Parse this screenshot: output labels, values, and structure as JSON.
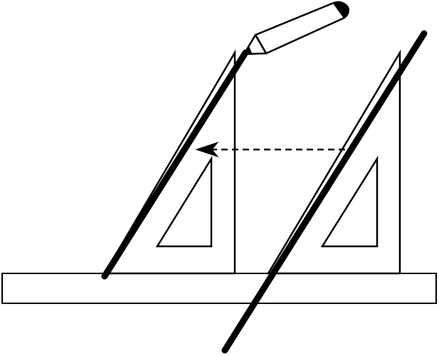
{
  "diagram": {
    "description_free": true,
    "elements": [
      "straightedge-ruler",
      "left-set-square",
      "right-set-square",
      "drawn-parallel-line",
      "reference-line",
      "pencil",
      "slide-direction-arrow"
    ]
  },
  "colors": {
    "background": "#ffffff",
    "stroke": "#000000",
    "fill": "#ffffff"
  },
  "icons": {
    "pencil": "pencil-icon",
    "arrow": "dashed-arrow-icon"
  }
}
